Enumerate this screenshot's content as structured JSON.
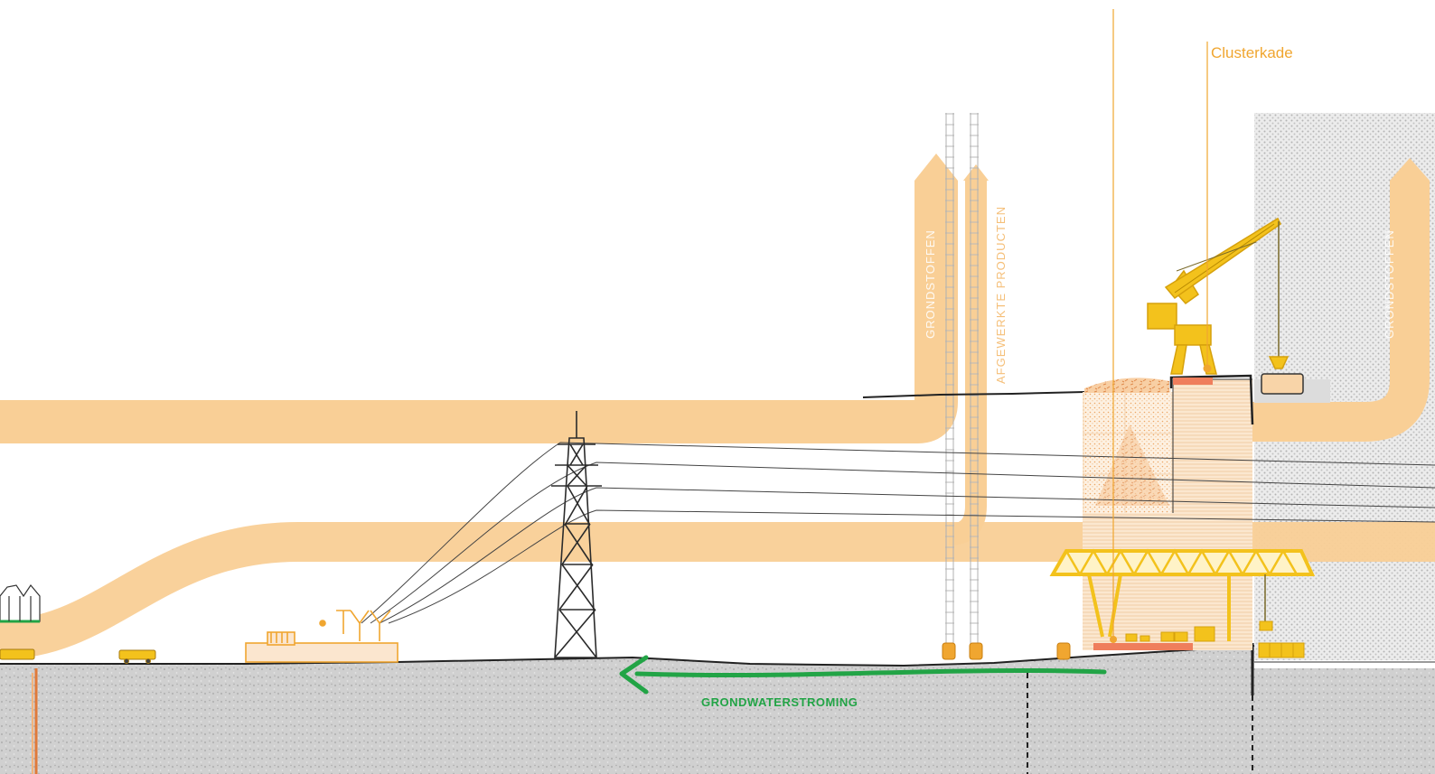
{
  "labels": {
    "clusterkade": "Clusterkade",
    "grondstoffen_left": "GRONDSTOFFEN",
    "afgewerkte_producten": "AFGEWERKTE PRODUCTEN",
    "grondstoffen_right": "GRONDSTOFFEN",
    "grondwaterstroming": "GRONDWATERSTROMING"
  },
  "colors": {
    "flow_band": "#f9cf96",
    "accent_orange": "#f0a630",
    "crane_yellow": "#f3c21c",
    "groundwater_green": "#22a446",
    "ground_grey": "#cdcdcd",
    "pylon_dark": "#2b2b2b"
  },
  "icons": [
    "pylon-icon",
    "harbour-crane-icon",
    "gantry-crane-icon",
    "greenhouse-icon",
    "truck-icon",
    "factory-icon",
    "rail-track-icon",
    "container-stack-icon",
    "arrow-left-icon"
  ]
}
